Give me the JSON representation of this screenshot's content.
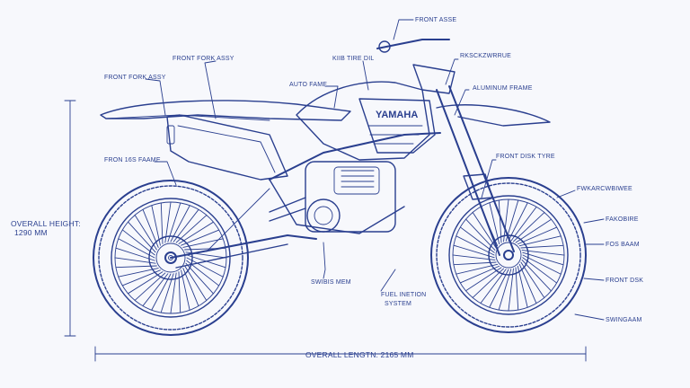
{
  "brand": "YAMAHA",
  "labels": {
    "front_asse": "FRONT ASSE",
    "front_fork_assy_top": "FRONT FORK ASSY",
    "kiib_tire_dil": "KIIB TIRE DIL",
    "rksch_frame": "RKSCKZWRRUE",
    "front_fork_assy_left": "FRONT FORK ASSY",
    "auto_frame": "AUTO FAME",
    "aluminum_frame": "ALUMINUM FRAME",
    "front_disk_tyre": "FRONT DISK TYRE",
    "fron_16s_frame": "FRON 16S FAAME",
    "front_brake_wheel": "FWKARCWBIWEE",
    "disk_side": "FAKOBIRE",
    "fos_beam": "FOS BAAM",
    "front_disk": "FRONT DSK",
    "swingarm": "SWINGAAM",
    "swing_mem": "SWIBIS MEM",
    "fuel_injection": "FUEL INETION",
    "system": "SYSTEM",
    "overall_height_label": "OVERALL HEIGHT:",
    "overall_height_value": "1290 MM",
    "overall_length": "OVERALL LENGTN: 2165 MM"
  },
  "colors": {
    "ink": "#2a3f8f",
    "paper": "#f7f8fc"
  }
}
